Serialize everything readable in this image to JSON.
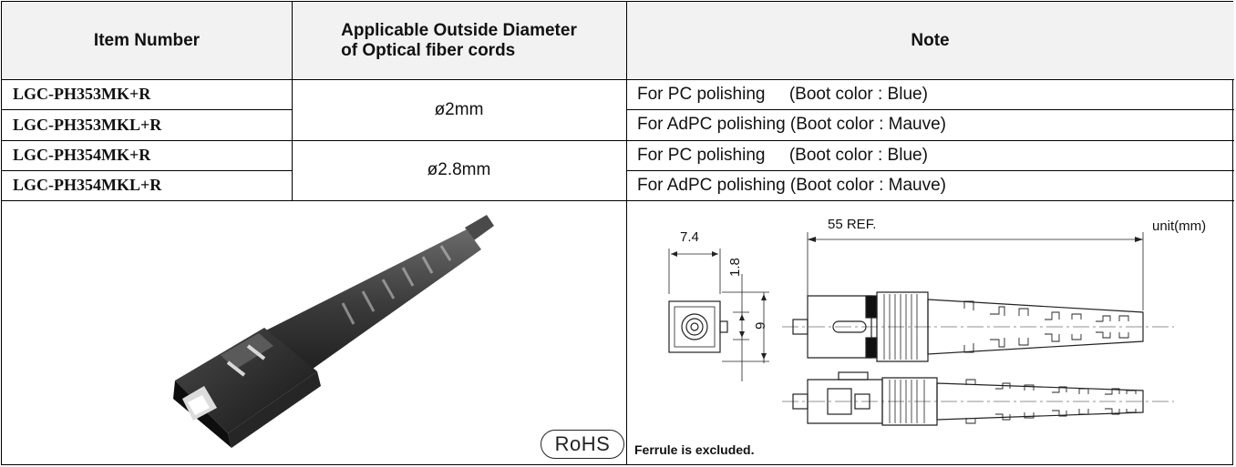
{
  "table": {
    "headers": {
      "item_number": "Item Number",
      "diameter": "Applicable Outside Diameter\nof Optical fiber cords",
      "note": "Note"
    },
    "rows": [
      {
        "item": "LGC-PH353MK+R",
        "note": "For PC polishing     (Boot color : Blue)"
      },
      {
        "item": "LGC-PH353MKL+R",
        "note": "For AdPC polishing (Boot color : Mauve)"
      },
      {
        "item": "LGC-PH354MK+R",
        "note": "For PC polishing     (Boot color : Blue)"
      },
      {
        "item": "LGC-PH354MKL+R",
        "note": "For AdPC polishing (Boot color : Mauve)"
      }
    ],
    "diameters": [
      "ø2mm",
      "ø2.8mm"
    ]
  },
  "photo": {
    "badge": "RoHS",
    "connector_icon": "sc-connector-photo"
  },
  "drawing": {
    "unit": "unit(mm)",
    "dimensions": {
      "length": "55 REF.",
      "width": "7.4",
      "offset": "1.8",
      "height": "9"
    },
    "footnote": "Ferrule is excluded."
  }
}
